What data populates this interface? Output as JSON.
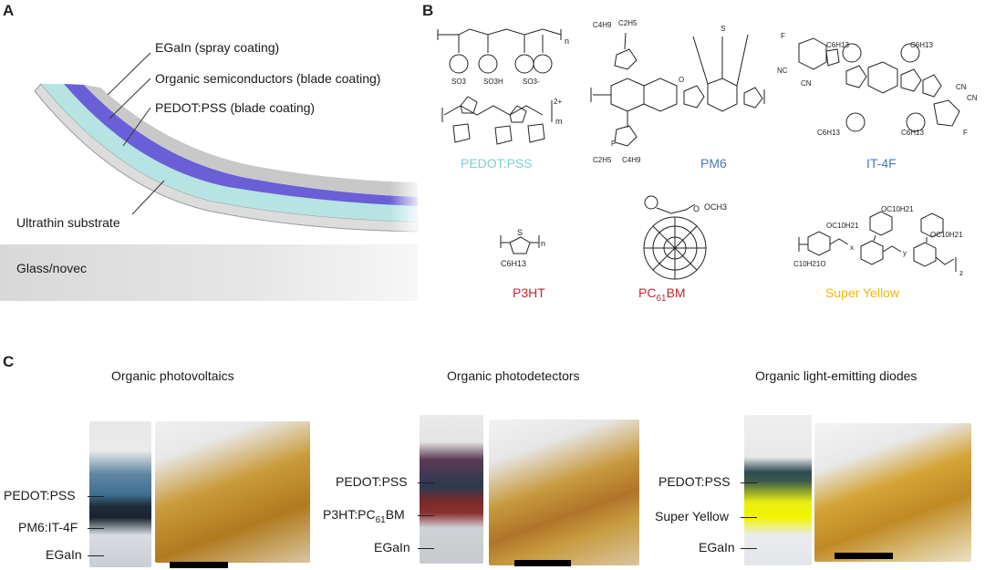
{
  "panels": {
    "a": "A",
    "b": "B",
    "c": "C"
  },
  "panel_a": {
    "layers": {
      "egain": "EGaIn (spray coating)",
      "organic": "Organic semiconductors (blade coating)",
      "pedot": "PEDOT:PSS (blade coating)",
      "substrate": "Ultrathin substrate"
    },
    "glass": "Glass/novec"
  },
  "panel_b": {
    "molecules": [
      {
        "id": "pedot",
        "name": "PEDOT:PSS",
        "color": "#7fcfd0"
      },
      {
        "id": "pm6",
        "name": "PM6",
        "color": "#4a78c0"
      },
      {
        "id": "it4f",
        "name": "IT-4F",
        "color": "#4a78c0"
      },
      {
        "id": "p3ht",
        "name": "P3HT",
        "color": "#c8262b"
      },
      {
        "id": "pcbm",
        "name_main": "PC",
        "name_sub": "61",
        "name_tail": "BM",
        "color": "#c8262b"
      },
      {
        "id": "sy",
        "name": "Super Yellow",
        "color": "#f2b800"
      }
    ],
    "fragments": {
      "so3": "SO3",
      "so3h": "SO3H",
      "so3minus": "SO3-",
      "n": "n",
      "m": "m",
      "charge": "2+",
      "c4h9": "C4H9",
      "c2h5": "C2H5",
      "s": "S",
      "f": "F",
      "o": "O",
      "c6h13": "C6H13",
      "nc": "NC",
      "cn": "CN",
      "och3": "OCH3",
      "oc10h21": "OC10H21",
      "c10h21o": "C10H21O",
      "x": "x",
      "y": "y",
      "z": "z"
    }
  },
  "panel_c": {
    "sections": [
      {
        "title": "Organic photovoltaics",
        "vial_labels": [
          "PEDOT:PSS",
          "PM6:IT-4F",
          "EGaIn"
        ]
      },
      {
        "title": "Organic photodetectors",
        "vial_labels": [
          "PEDOT:PSS",
          "P3HT:PC61BM",
          "EGaIn"
        ],
        "mid_main": "P3HT:PC",
        "mid_sub": "61",
        "mid_tail": "BM"
      },
      {
        "title": "Organic light-emitting diodes",
        "vial_labels": [
          "PEDOT:PSS",
          "Super Yellow",
          "EGaIn"
        ]
      }
    ]
  }
}
